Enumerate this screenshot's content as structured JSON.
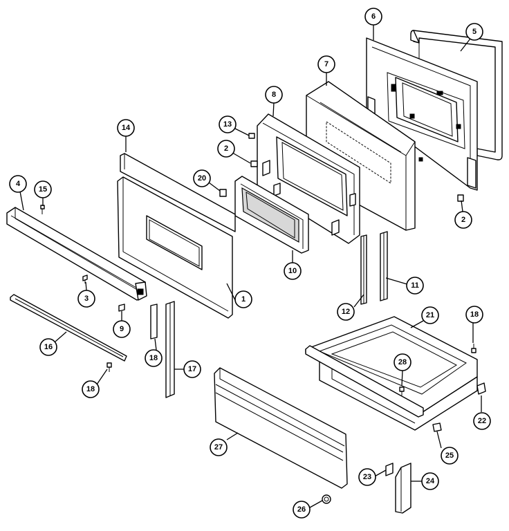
{
  "callouts": [
    {
      "id": "c1",
      "label": "1"
    },
    {
      "id": "c2a",
      "label": "2"
    },
    {
      "id": "c2b",
      "label": "2"
    },
    {
      "id": "c3",
      "label": "3"
    },
    {
      "id": "c4",
      "label": "4"
    },
    {
      "id": "c5",
      "label": "5"
    },
    {
      "id": "c6",
      "label": "6"
    },
    {
      "id": "c7",
      "label": "7"
    },
    {
      "id": "c8",
      "label": "8"
    },
    {
      "id": "c9",
      "label": "9"
    },
    {
      "id": "c10",
      "label": "10"
    },
    {
      "id": "c11",
      "label": "11"
    },
    {
      "id": "c12",
      "label": "12"
    },
    {
      "id": "c13",
      "label": "13"
    },
    {
      "id": "c14",
      "label": "14"
    },
    {
      "id": "c15",
      "label": "15"
    },
    {
      "id": "c16",
      "label": "16"
    },
    {
      "id": "c17",
      "label": "17"
    },
    {
      "id": "c18a",
      "label": "18"
    },
    {
      "id": "c18b",
      "label": "18"
    },
    {
      "id": "c18c",
      "label": "18"
    },
    {
      "id": "c20",
      "label": "20"
    },
    {
      "id": "c21",
      "label": "21"
    },
    {
      "id": "c22",
      "label": "22"
    },
    {
      "id": "c23",
      "label": "23"
    },
    {
      "id": "c24",
      "label": "24"
    },
    {
      "id": "c25",
      "label": "25"
    },
    {
      "id": "c26",
      "label": "26"
    },
    {
      "id": "c27",
      "label": "27"
    },
    {
      "id": "c28",
      "label": "28"
    }
  ]
}
